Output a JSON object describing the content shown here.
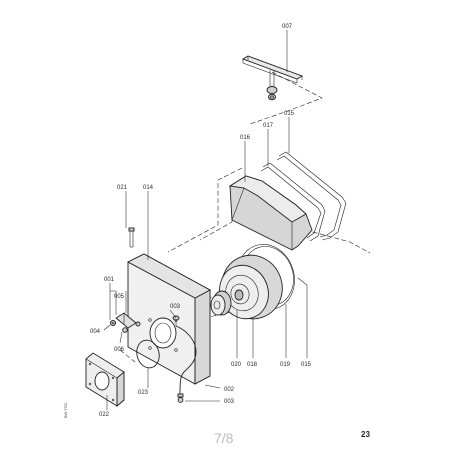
{
  "part_labels": {
    "p001": "001",
    "p002": "002",
    "p003a": "003",
    "p003b": "003",
    "p004": "004",
    "p005": "005",
    "p006": "006",
    "p007": "007",
    "p014": "014",
    "p015a": "015",
    "p015b": "015",
    "p016": "016",
    "p017": "017",
    "p018": "018",
    "p019": "019",
    "p020": "020",
    "p021": "021",
    "p022": "022",
    "p023": "023"
  },
  "page_fraction": "7/8",
  "page_number": "23",
  "drawing_code": "BW TSC",
  "colors": {
    "line": "#222222",
    "fill_dark": "#d9d9d9",
    "fill_light": "#f2f2f2"
  }
}
